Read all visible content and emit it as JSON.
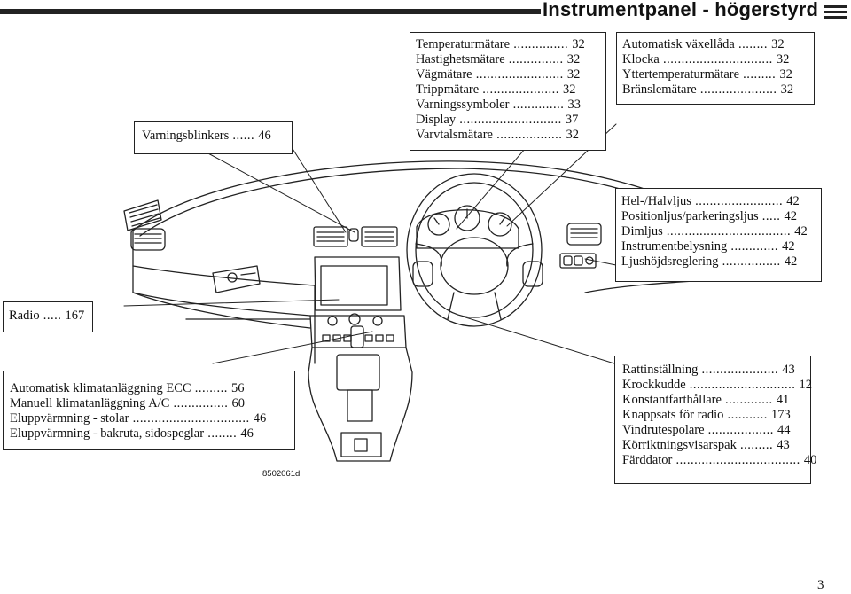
{
  "page": {
    "title": "Instrumentpanel - högerstyrd",
    "figure_number": "8502061d",
    "page_number": "3"
  },
  "callouts": {
    "blinkers": [
      {
        "label": "Varningsblinkers",
        "dots": " ...... ",
        "page": "46"
      }
    ],
    "instruments": [
      {
        "label": "Temperaturmätare",
        "dots": " ............... ",
        "page": "32"
      },
      {
        "label": "Hastighetsmätare",
        "dots": " ............... ",
        "page": "32"
      },
      {
        "label": "Vägmätare",
        "dots": " ........................ ",
        "page": "32"
      },
      {
        "label": "Trippmätare",
        "dots": " ..................... ",
        "page": "32"
      },
      {
        "label": "Varningssymboler",
        "dots": " .............. ",
        "page": "33"
      },
      {
        "label": "Display",
        "dots": " ............................ ",
        "page": "37"
      },
      {
        "label": "Varvtalsmätare",
        "dots": " .................. ",
        "page": "32"
      }
    ],
    "gauges": [
      {
        "label": "Automatisk växellåda",
        "dots": " ........ ",
        "page": "32"
      },
      {
        "label": "Klocka",
        "dots": " .............................. ",
        "page": "32"
      },
      {
        "label": "Yttertemperaturmätare",
        "dots": " ......... ",
        "page": "32"
      },
      {
        "label": "Bränslemätare",
        "dots": " ..................... ",
        "page": "32"
      }
    ],
    "lights": [
      {
        "label": "Hel-/Halvljus",
        "dots": " ........................ ",
        "page": "42"
      },
      {
        "label": "Positionljus/parkeringsljus",
        "dots": " ..... ",
        "page": "42"
      },
      {
        "label": "Dimljus",
        "dots": " .................................. ",
        "page": "42"
      },
      {
        "label": "Instrumentbelysning",
        "dots": " ............. ",
        "page": "42"
      },
      {
        "label": "Ljushöjdsreglering",
        "dots": " ................ ",
        "page": "42"
      }
    ],
    "radio": [
      {
        "label": "Radio",
        "dots": " ..... ",
        "page": "167"
      }
    ],
    "climate": [
      {
        "label": "Automatisk klimatanläggning ECC",
        "dots": " ......... ",
        "page": "56"
      },
      {
        "label": "Manuell klimatanläggning A/C",
        "dots": " ............... ",
        "page": "60"
      },
      {
        "label": "Eluppvärmning - stolar",
        "dots": " ................................ ",
        "page": "46"
      },
      {
        "label": "Eluppvärmning - bakruta, sidospeglar",
        "dots": " ........ ",
        "page": "46"
      }
    ],
    "steering": [
      {
        "label": "Rattinställning",
        "dots": " ..................... ",
        "page": "43"
      },
      {
        "label": "Krockkudde",
        "dots": " ............................. ",
        "page": "12"
      },
      {
        "label": "Konstantfarthållare",
        "dots": " ............. ",
        "page": "41"
      },
      {
        "label": "Knappsats för radio",
        "dots": " ........... ",
        "page": "173"
      },
      {
        "label": "Vindrutespolare",
        "dots": " .................. ",
        "page": "44"
      },
      {
        "label": "Körriktningsvisarspak",
        "dots": " ......... ",
        "page": "43"
      },
      {
        "label": "Färddator",
        "dots": " .................................. ",
        "page": "40"
      }
    ]
  }
}
